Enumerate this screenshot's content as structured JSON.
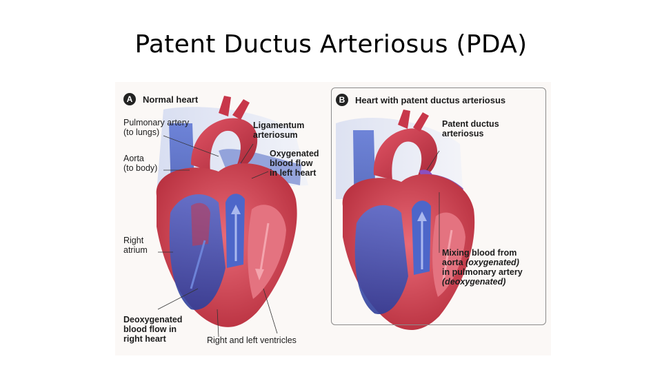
{
  "title": "Patent Ductus Arteriosus (PDA)",
  "panel_a": {
    "badge": "A",
    "heading": "Normal heart",
    "labels": {
      "pulmonary_artery_1": "Pulmonary artery",
      "pulmonary_artery_2": "(to lungs)",
      "aorta_1": "Aorta",
      "aorta_2": "(to body)",
      "right_atrium_1": "Right",
      "right_atrium_2": "atrium",
      "ligamentum_1": "Ligamentum",
      "ligamentum_2": "arteriosum",
      "oxygenated_1": "Oxygenated",
      "oxygenated_2": "blood flow",
      "oxygenated_3": "in left heart",
      "deoxygenated_1": "Deoxygenated",
      "deoxygenated_2": "blood flow in",
      "deoxygenated_3": "right heart",
      "ventricles": "Right and left ventricles"
    }
  },
  "panel_b": {
    "badge": "B",
    "heading": "Heart with patent ductus arteriosus",
    "labels": {
      "pda_1": "Patent ductus",
      "pda_2": "arteriosus",
      "mixing_1": "Mixing blood from",
      "mixing_2a": "aorta",
      "mixing_2b": "(oxygenated)",
      "mixing_3": "in pulmonary artery",
      "mixing_4": "(deoxygenated)"
    }
  },
  "colors": {
    "aorta_red": "#c8374a",
    "vein_blue": "#3f55b8",
    "myocardium": "#d94f5f",
    "panel_bg": "#fbf8f6",
    "ink": "#1c1c1c"
  }
}
